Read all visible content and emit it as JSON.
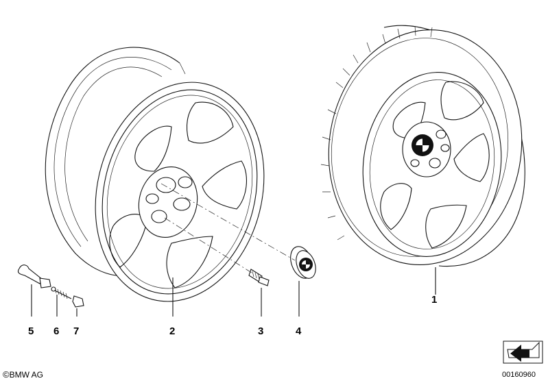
{
  "parts": [
    {
      "id": "1",
      "name": "complete-wheel-with-tire"
    },
    {
      "id": "2",
      "name": "light-alloy-rim"
    },
    {
      "id": "3",
      "name": "wheel-bolt"
    },
    {
      "id": "4",
      "name": "hub-cap"
    },
    {
      "id": "5",
      "name": "valve-stem"
    },
    {
      "id": "6",
      "name": "valve-insert"
    },
    {
      "id": "7",
      "name": "valve-cap"
    }
  ],
  "copyright": {
    "symbol": "©",
    "text": "BMW AG"
  },
  "doc_number": "00160960",
  "icons": [
    "bmw-roundel-icon",
    "corner-arrow-icon"
  ]
}
